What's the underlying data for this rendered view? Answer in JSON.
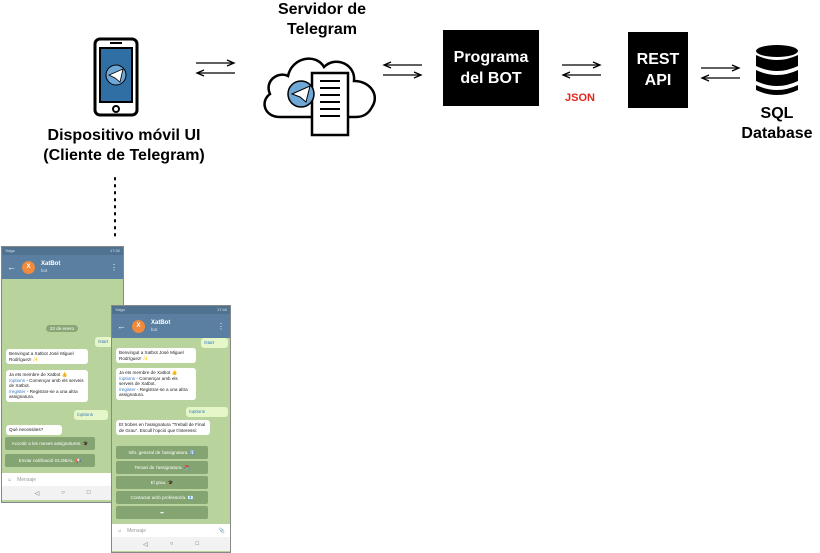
{
  "nodes": {
    "device_label_line1": "Dispositivo móvil UI",
    "device_label_line2": "(Cliente de Telegram)",
    "server_label_line1": "Servidor de",
    "server_label_line2": "Telegram",
    "bot_line1": "Programa",
    "bot_line2": "del BOT",
    "rest_line1": "REST",
    "rest_line2": "API",
    "sql_line1": "SQL",
    "sql_line2": "Database"
  },
  "edges": {
    "bot_rest_label": "JSON"
  },
  "colors": {
    "box_fill": "#000000",
    "json_label": "#e0271f",
    "phone_icon_blue": "#2f6fa3",
    "telegram_header": "#5b7fa0",
    "chat_background": "#b8d39c"
  },
  "screenshot1": {
    "status_left": "Yoigo",
    "status_right": "17:32",
    "bot_name": "XatBot",
    "bot_sub": "bot",
    "date": "22 de enero",
    "msg_start": "/start",
    "msg_start_time": "17:29",
    "welcome": "Benvingut a Xatbot José Miguel Rodríguez! ✨",
    "welcome_time": "17:29",
    "member_text": "Ja ets membre de Xatbot 👍",
    "options_cmd": "/options",
    "options_desc": " - Començar amb els serveis de Xatbot.",
    "register_cmd": "/register",
    "register_desc": " - Registrar-se a una altra assignatura.",
    "member_time": "17:29",
    "msg_options": "/options",
    "msg_options_time": "17:32",
    "question": "Què necessites?",
    "question_time": "17:32",
    "btn1": "Accedir a les meves assignatures. 🎓",
    "btn2": "Enviar notificació GLOBAL. 📢",
    "input_placeholder": "Mensaje",
    "nav_back": "◁",
    "nav_home": "○",
    "nav_recent": "□"
  },
  "screenshot2": {
    "status_left": "Yoigo",
    "status_right": "17:40",
    "bot_name": "XatBot",
    "bot_sub": "bot",
    "msg_start": "/start",
    "msg_start_time": "17:39",
    "welcome": "Benvingut a Xatbot José Miguel Rodríguez! ✨",
    "welcome_time": "17:39",
    "member_text": "Ja ets membre de Xatbot 👍",
    "options_cmd": "/options",
    "options_desc": " - Començar amb els serveis de Xatbot.",
    "register_cmd": "/register",
    "register_desc": " - Registrar-se a una altra assignatura.",
    "member_time": "17:39",
    "msg_options": "/options",
    "msg_options_time": "17:40",
    "question": "Et trobes en l'assignatura \"Treball de Final de Grau\". Escull l'opció que t'interessi:",
    "question_time": "17:40",
    "btn1": "Info. general de l'assignatura. ℹ️",
    "btn2": "Temari de l'assignatura. 📚",
    "btn3": "El grau. 🎓",
    "btn4": "Contactar amb professor/a. 📧",
    "btn5": "⬅",
    "input_placeholder": "Mensaje",
    "nav_back": "◁",
    "nav_home": "○",
    "nav_recent": "□"
  }
}
